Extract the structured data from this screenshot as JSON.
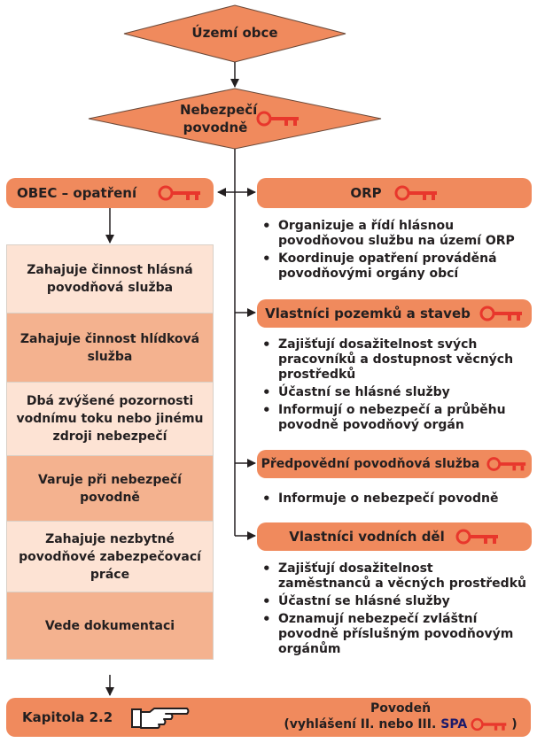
{
  "top": {
    "territory": "Území obce",
    "danger": "Nebezpečí povodně"
  },
  "obec": {
    "title": "OBEC – opatření",
    "steps": [
      "Zahajuje činnost hlásná povodňová služba",
      "Zahajuje činnost hlídková služba",
      "Dbá zvýšené pozornosti vodnímu toku nebo jinému zdroji nebezpečí",
      "Varuje při nebezpečí povodně",
      "Zahajuje nezbytné povodňové zabezpečovací práce",
      "Vede dokumentaci"
    ]
  },
  "right": [
    {
      "title": "ORP",
      "bullets": [
        "Organizuje a řídí hlásnou povodňovou službu na území ORP",
        "Koordinuje opatření prováděná povodňovými orgány obcí"
      ]
    },
    {
      "title": "Vlastníci pozemků a staveb",
      "bullets": [
        "Zajišťují dosažitelnost svých pracovníků a dostupnost věcných prostředků",
        "Účastní se hlásné služby",
        "Informují o nebezpečí a průběhu povodně povodňový orgán"
      ]
    },
    {
      "title": "Předpovědní povodňová služba",
      "bullets": [
        "Informuje o nebezpečí povodně"
      ]
    },
    {
      "title": "Vlastníci vodních děl",
      "bullets": [
        "Zajišťují dosažitelnost zaměstnanců a věcných prostředků",
        "Účastní se hlásné služby",
        "Oznamují nebezpečí zvláštní povodně příslušným povodňovým orgánům"
      ]
    }
  ],
  "footer": {
    "chapter": "Kapitola 2.2",
    "flood": "Povodeň",
    "declaration_pre": "(vyhlášení II. nebo III.",
    "spa": "SPA",
    "declaration_post": ")"
  },
  "colors": {
    "orange": "#f08a5d",
    "light": "#fde3d4",
    "mid": "#f4b28f",
    "key": "#e8372c"
  },
  "icons": {
    "key": "key-icon",
    "hand": "pointing-hand-icon"
  }
}
